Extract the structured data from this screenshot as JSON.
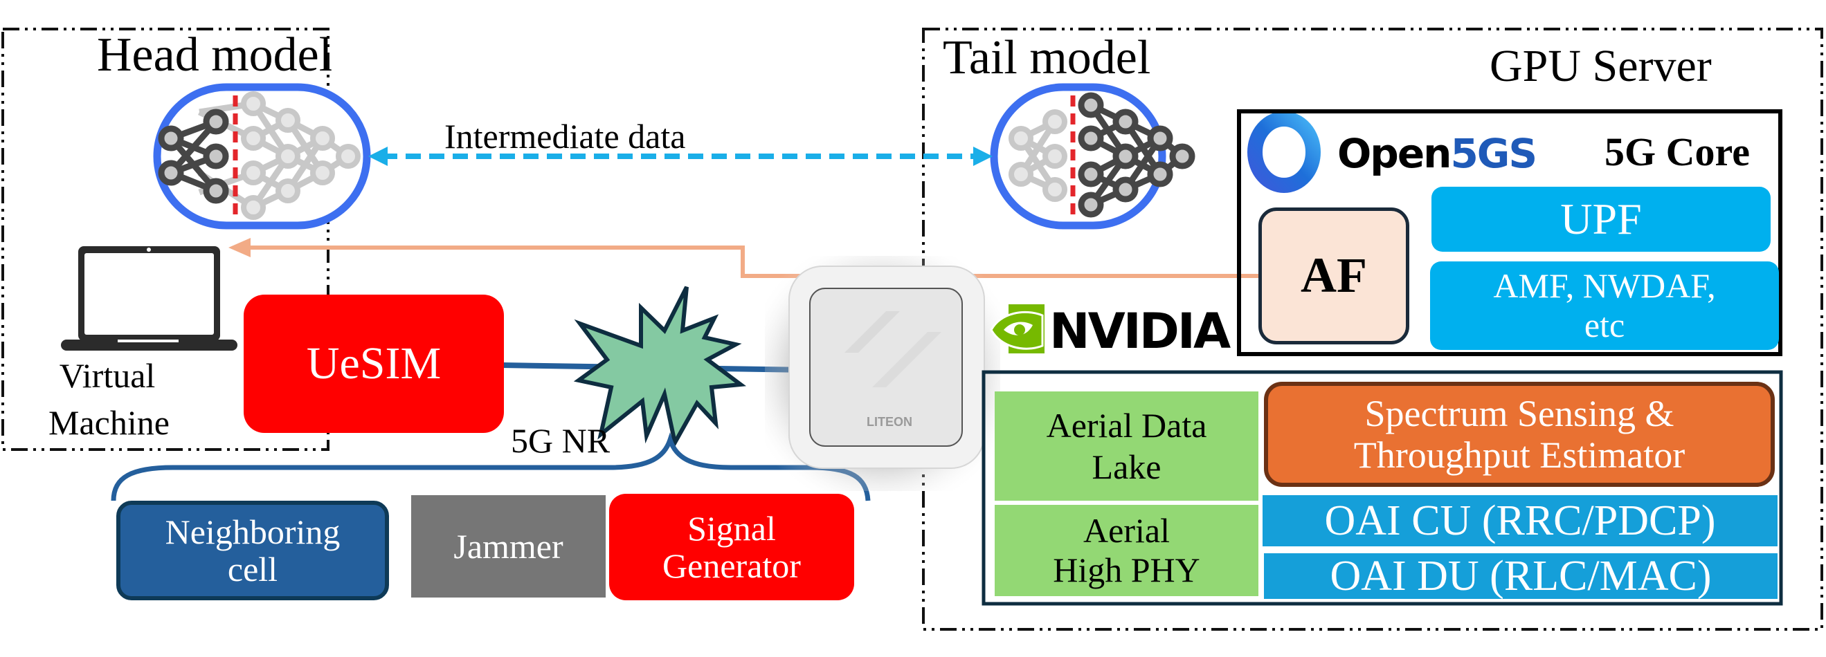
{
  "head_section": {
    "title": "Head model",
    "device_label_line1": "Virtual",
    "device_label_line2": "Machine",
    "uesim_label": "UeSIM"
  },
  "tail_section": {
    "title": "Tail model",
    "server_label": "GPU Server"
  },
  "links": {
    "intermediate_label": "Intermediate data",
    "radio_label": "5G NR"
  },
  "interference_sources": [
    {
      "line1": "Neighboring",
      "line2": "cell"
    },
    {
      "line1": "Jammer",
      "line2": ""
    },
    {
      "line1": "Signal",
      "line2": "Generator"
    }
  ],
  "radio_unit": {
    "brand": "LITEON"
  },
  "core": {
    "logo_text_a": "Open",
    "logo_text_b": "5GS",
    "title": "5G Core",
    "af_label": "AF",
    "upf_label": "UPF",
    "nf_line1": "AMF, NWDAF,",
    "nf_line2": "etc"
  },
  "ran": {
    "vendor_logo": "NVIDIA",
    "data_lake_line1": "Aerial Data",
    "data_lake_line2": "Lake",
    "high_phy_line1": "Aerial",
    "high_phy_line2": "High PHY",
    "estimator_line1": "Spectrum Sensing &",
    "estimator_line2": "Throughput Estimator",
    "cu_label": "OAI CU (RRC/PDCP)",
    "du_label": "OAI DU (RLC/MAC)"
  },
  "colors": {
    "model_outline": "#3d6ff0",
    "split_line": "#e3262b",
    "intermediate_arrow": "#1aaee8",
    "feedback_arrow": "#f2ab86",
    "uesim_red": "#ff0000",
    "neighbor_blue": "#245f9c",
    "jammer_gray": "#767676",
    "radio_link": "#245f9c",
    "burst_green": "#84c9a2",
    "af_fill": "#fbe4d6",
    "nf_cyan": "#00b0ee",
    "aerial_green": "#93d874",
    "estimator_orange": "#e97132",
    "oai_blue": "#159fd9",
    "nvidia_green": "#76b900"
  }
}
